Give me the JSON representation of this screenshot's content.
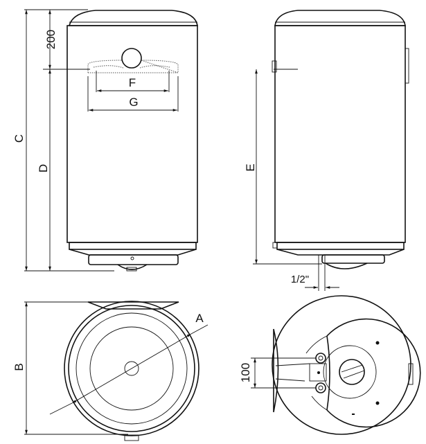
{
  "dimensions": {
    "height_top_offset": "200",
    "total_height": "C",
    "bracket_height": "D",
    "bracket_inner_width": "F",
    "bracket_outer_width": "G",
    "side_height": "E",
    "pipe_size": "1/2\"",
    "diameter": "A",
    "depth": "B",
    "pipe_spacing": "100"
  }
}
